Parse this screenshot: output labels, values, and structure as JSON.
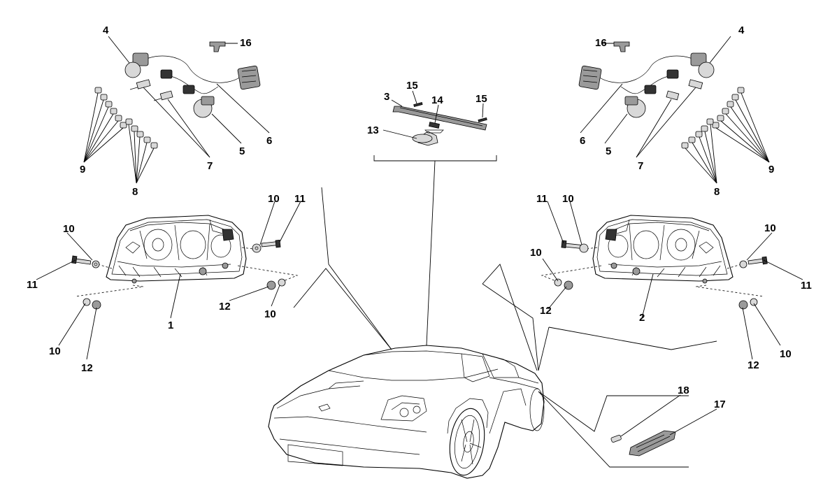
{
  "diagram": {
    "callouts": {
      "c1": "1",
      "c2": "2",
      "c3": "3",
      "c4_left": "4",
      "c4_right": "4",
      "c5_left": "5",
      "c5_right": "5",
      "c6_left": "6",
      "c6_right": "6",
      "c7_left": "7",
      "c7_right": "7",
      "c8_left": "8",
      "c8_right": "8",
      "c9_left": "9",
      "c9_right": "9",
      "c10_a": "10",
      "c10_b": "10",
      "c10_c": "10",
      "c10_d": "10",
      "c10_e": "10",
      "c10_f": "10",
      "c10_g": "10",
      "c10_h": "10",
      "c11_a": "11",
      "c11_b": "11",
      "c11_c": "11",
      "c11_d": "11",
      "c12_a": "12",
      "c12_b": "12",
      "c12_c": "12",
      "c12_d": "12",
      "c13": "13",
      "c14": "14",
      "c15_left": "15",
      "c15_right": "15",
      "c16_left": "16",
      "c16_right": "16",
      "c17": "17",
      "c18": "18"
    }
  }
}
